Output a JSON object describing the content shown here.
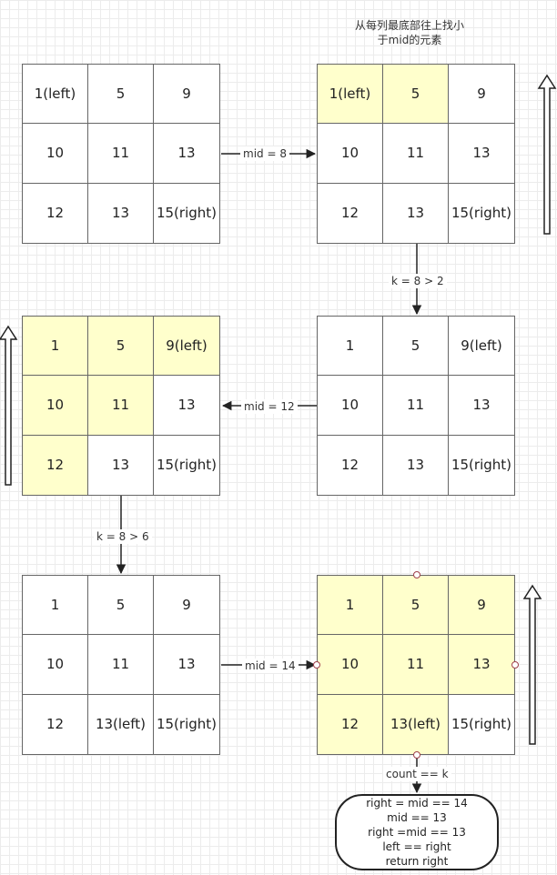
{
  "note": [
    "从每列最底部往上找小",
    "于mid的元素"
  ],
  "grids": [
    {
      "cells": [
        "1(left)",
        "5",
        "9",
        "10",
        "11",
        "13",
        "12",
        "13",
        "15(right)"
      ],
      "highlight": [
        false,
        false,
        false,
        false,
        false,
        false,
        false,
        false,
        false
      ]
    },
    {
      "cells": [
        "1(left)",
        "5",
        "9",
        "10",
        "11",
        "13",
        "12",
        "13",
        "15(right)"
      ],
      "highlight": [
        true,
        true,
        false,
        false,
        false,
        false,
        false,
        false,
        false
      ]
    },
    {
      "cells": [
        "1",
        "5",
        "9(left)",
        "10",
        "11",
        "13",
        "12",
        "13",
        "15(right)"
      ],
      "highlight": [
        false,
        false,
        false,
        false,
        false,
        false,
        false,
        false,
        false
      ]
    },
    {
      "cells": [
        "1",
        "5",
        "9(left)",
        "10",
        "11",
        "13",
        "12",
        "13",
        "15(right)"
      ],
      "highlight": [
        true,
        true,
        true,
        true,
        true,
        false,
        true,
        false,
        false
      ]
    },
    {
      "cells": [
        "1",
        "5",
        "9",
        "10",
        "11",
        "13",
        "12",
        "13(left)",
        "15(right)"
      ],
      "highlight": [
        false,
        false,
        false,
        false,
        false,
        false,
        false,
        false,
        false
      ]
    },
    {
      "cells": [
        "1",
        "5",
        "9",
        "10",
        "11",
        "13",
        "12",
        "13(left)",
        "15(right)"
      ],
      "highlight": [
        true,
        true,
        true,
        true,
        true,
        true,
        true,
        true,
        false
      ]
    }
  ],
  "labels": {
    "mid8": "mid = 8",
    "k1": "k = 8 > 2",
    "mid12": "mid = 12",
    "k2": "k = 8 > 6",
    "mid14": "mid = 14",
    "count": "count == k"
  },
  "result_lines": [
    "right = mid == 14",
    "mid == 13",
    "right =mid == 13",
    "left == right",
    "return right"
  ],
  "colors": {
    "highlight": "#ffffcc",
    "stroke": "#222222"
  }
}
